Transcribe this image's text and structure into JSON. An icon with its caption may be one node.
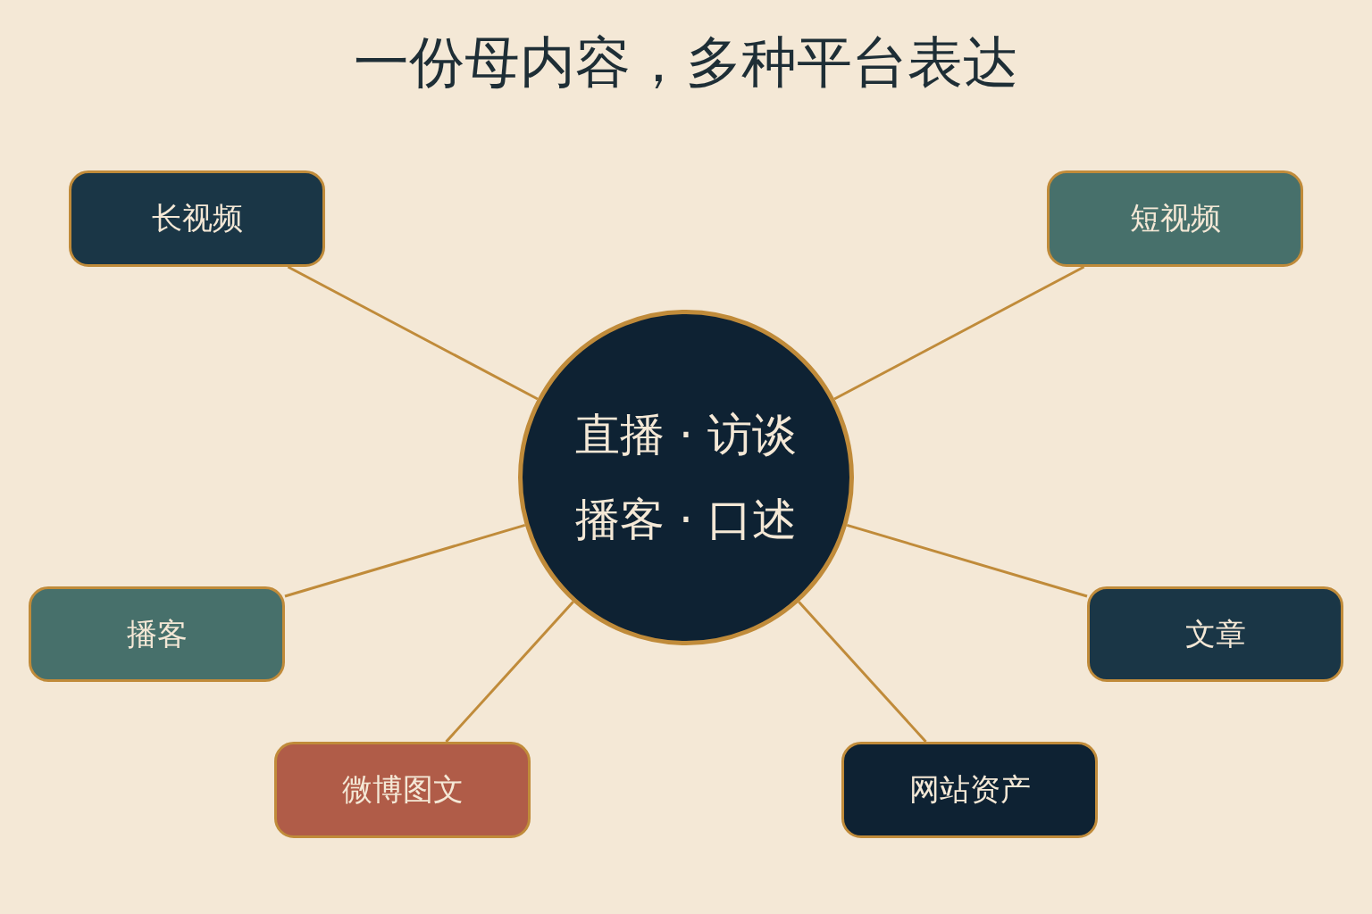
{
  "diagram": {
    "title": "一份母内容，多种平台表达",
    "nodes": [
      {
        "text": [
          "长视频"
        ]
      },
      {
        "text": [
          "短视频"
        ]
      },
      {
        "text": [
          "直播 · 访谈",
          "播客 · 口述"
        ]
      },
      {
        "text": [
          "播客"
        ]
      },
      {
        "text": [
          "文章"
        ]
      },
      {
        "text": [
          "微博图文"
        ]
      },
      {
        "text": [
          "网站资产"
        ]
      }
    ],
    "edges": [
      {
        "from": 2,
        "to": 0,
        "arrow": "none"
      },
      {
        "from": 2,
        "to": 1,
        "arrow": "none"
      },
      {
        "from": 2,
        "to": 3,
        "arrow": "none"
      },
      {
        "from": 2,
        "to": 4,
        "arrow": "none"
      },
      {
        "from": 2,
        "to": 5,
        "arrow": "none"
      },
      {
        "from": 2,
        "to": 6,
        "arrow": "none"
      }
    ]
  }
}
